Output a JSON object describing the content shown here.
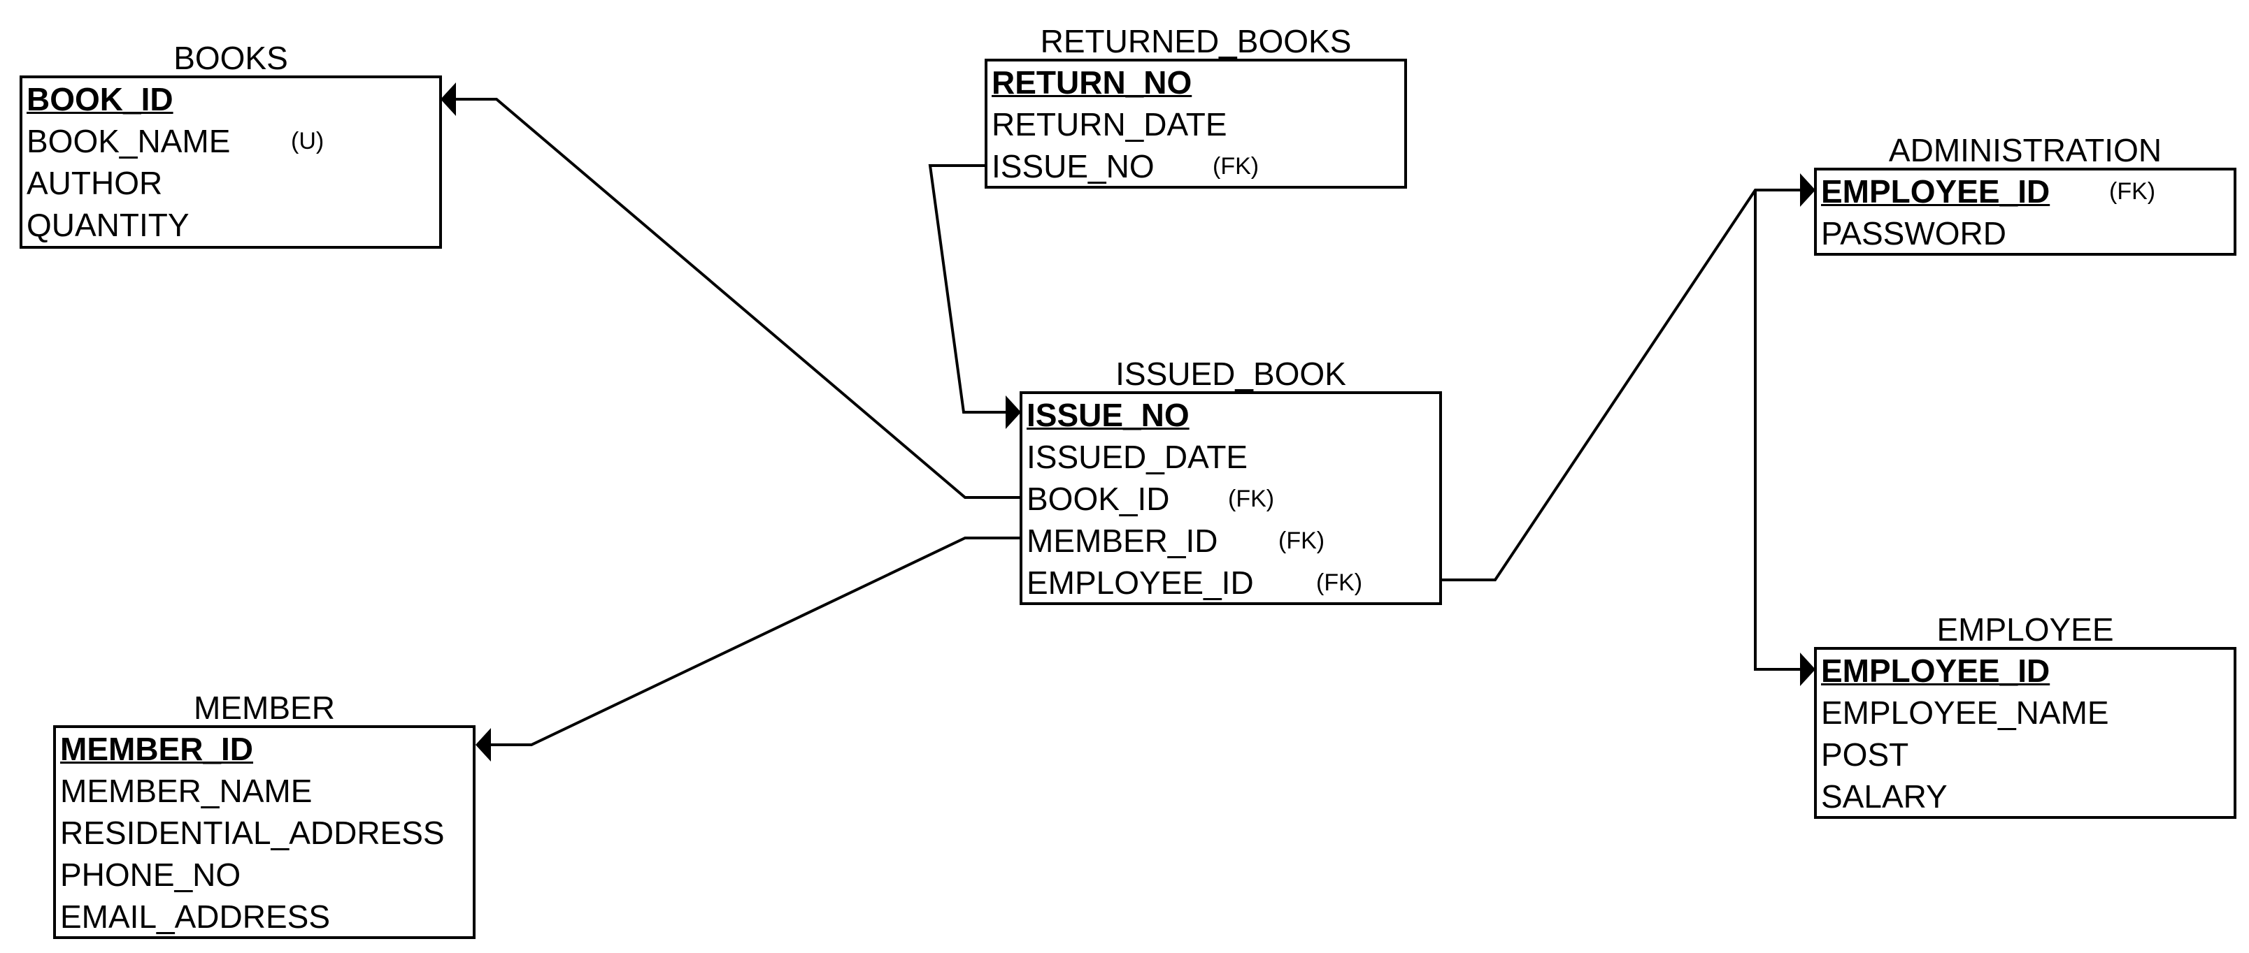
{
  "entities": {
    "books": {
      "title": "BOOKS",
      "attrs": [
        {
          "name": "BOOK_ID",
          "pk": true,
          "tag": ""
        },
        {
          "name": "BOOK_NAME",
          "pk": false,
          "tag": "(U)"
        },
        {
          "name": "AUTHOR",
          "pk": false,
          "tag": ""
        },
        {
          "name": "QUANTITY",
          "pk": false,
          "tag": ""
        }
      ]
    },
    "returned_books": {
      "title": "RETURNED_BOOKS",
      "attrs": [
        {
          "name": "RETURN_NO",
          "pk": true,
          "tag": ""
        },
        {
          "name": "RETURN_DATE",
          "pk": false,
          "tag": ""
        },
        {
          "name": "ISSUE_NO",
          "pk": false,
          "tag": "(FK)"
        }
      ]
    },
    "administration": {
      "title": "ADMINISTRATION",
      "attrs": [
        {
          "name": "EMPLOYEE_ID",
          "pk": true,
          "tag": "(FK)"
        },
        {
          "name": "PASSWORD",
          "pk": false,
          "tag": ""
        }
      ]
    },
    "issued_book": {
      "title": "ISSUED_BOOK",
      "attrs": [
        {
          "name": "ISSUE_NO",
          "pk": true,
          "tag": ""
        },
        {
          "name": "ISSUED_DATE",
          "pk": false,
          "tag": ""
        },
        {
          "name": "BOOK_ID",
          "pk": false,
          "tag": "(FK)"
        },
        {
          "name": "MEMBER_ID",
          "pk": false,
          "tag": "(FK)"
        },
        {
          "name": "EMPLOYEE_ID",
          "pk": false,
          "tag": "(FK)"
        }
      ]
    },
    "member": {
      "title": "MEMBER",
      "attrs": [
        {
          "name": "MEMBER_ID",
          "pk": true,
          "tag": ""
        },
        {
          "name": "MEMBER_NAME",
          "pk": false,
          "tag": ""
        },
        {
          "name": "RESIDENTIAL_ADDRESS",
          "pk": false,
          "tag": ""
        },
        {
          "name": "PHONE_NO",
          "pk": false,
          "tag": ""
        },
        {
          "name": "EMAIL_ADDRESS",
          "pk": false,
          "tag": ""
        }
      ]
    },
    "employee": {
      "title": "EMPLOYEE",
      "attrs": [
        {
          "name": "EMPLOYEE_ID",
          "pk": true,
          "tag": ""
        },
        {
          "name": "EMPLOYEE_NAME",
          "pk": false,
          "tag": ""
        },
        {
          "name": "POST",
          "pk": false,
          "tag": ""
        },
        {
          "name": "SALARY",
          "pk": false,
          "tag": ""
        }
      ]
    }
  },
  "relationships": [
    {
      "from": "issued_book.BOOK_ID",
      "to": "books.BOOK_ID"
    },
    {
      "from": "returned_books.ISSUE_NO",
      "to": "issued_book.ISSUE_NO"
    },
    {
      "from": "issued_book.MEMBER_ID",
      "to": "member.MEMBER_ID"
    },
    {
      "from": "issued_book.EMPLOYEE_ID",
      "to": "administration.EMPLOYEE_ID"
    },
    {
      "from": "issued_book.EMPLOYEE_ID",
      "to": "employee.EMPLOYEE_ID"
    }
  ]
}
